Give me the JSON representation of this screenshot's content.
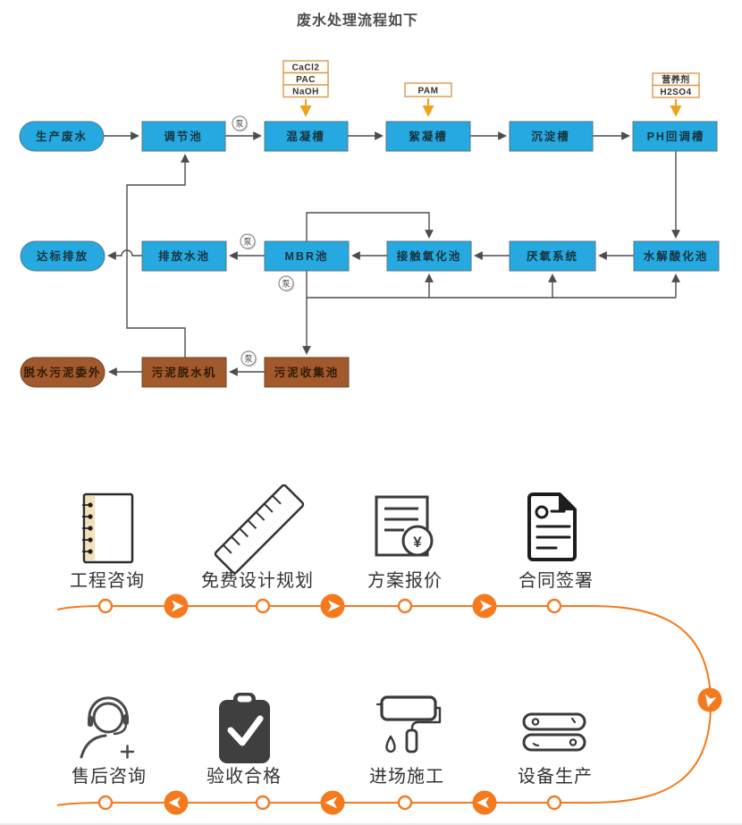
{
  "title": "废水处理流程如下",
  "flowchart": {
    "stages": {
      "production": "生产废水",
      "regulating": "调节池",
      "mixing": "混凝槽",
      "flocculation": "絮凝槽",
      "sedimentation": "沉淀槽",
      "ph_adjust": "PH回调槽",
      "hydrolysis": "水解酸化池",
      "anaerobic": "厌氧系统",
      "contact_oxidation": "接触氧化池",
      "mbr": "MBR池",
      "discharge_tank": "排放水池",
      "discharge": "达标排放",
      "sludge_collect": "污泥收集池",
      "sludge_dewater": "污泥脱水机",
      "sludge_out": "脱水污泥委外"
    },
    "chemicals": {
      "cacl2": "CaCl2",
      "pac": "PAC",
      "naoh": "NaOH",
      "pam": "PAM",
      "nutrient": "营养剂",
      "h2so4": "H2SO4"
    },
    "pump_label": "泵"
  },
  "service": {
    "quote_symbol": "¥",
    "top_steps": [
      {
        "label": "工程咨询",
        "icon": "notebook-icon"
      },
      {
        "label": "免费设计规划",
        "icon": "ruler-icon"
      },
      {
        "label": "方案报价",
        "icon": "price-quote-icon"
      },
      {
        "label": "合同签署",
        "icon": "contract-icon"
      }
    ],
    "bottom_steps": [
      {
        "label": "售后咨询",
        "icon": "aftersales-headset-icon"
      },
      {
        "label": "验收合格",
        "icon": "acceptance-check-icon"
      },
      {
        "label": "进场施工",
        "icon": "construction-roller-icon"
      },
      {
        "label": "设备生产",
        "icon": "equipment-icon"
      }
    ]
  },
  "colors": {
    "process_box_blue": "#25a9e0",
    "sludge_box_brown": "#a2592b",
    "flow_line_gray": "#4d4d4d",
    "chemical_border_orange": "#d89a4e",
    "chemical_arrow_gold": "#f0a11e",
    "timeline_orange": "#f5791d",
    "title_gray": "#4d4d4d",
    "label_dark": "#333333"
  }
}
